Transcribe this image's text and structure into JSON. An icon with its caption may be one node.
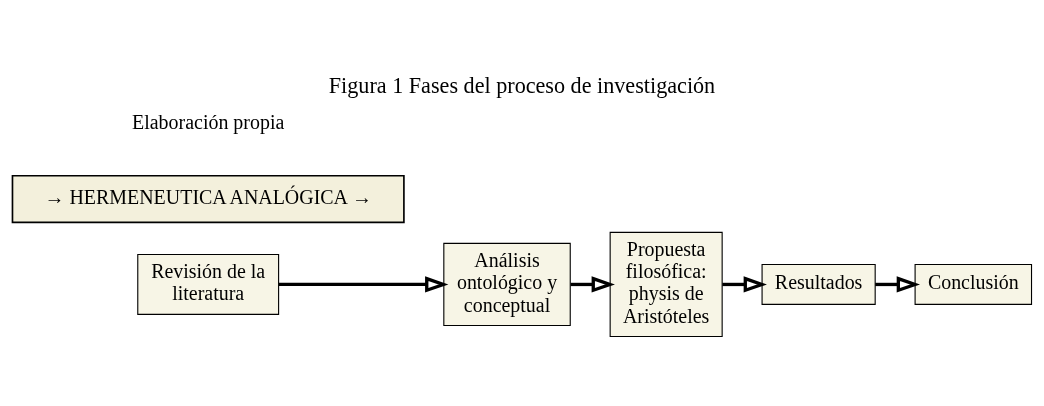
{
  "diagram": {
    "title": "Figura 1 Fases del proceso de investigación",
    "caption": "Elaboración propia",
    "nodes": [
      {
        "text": [
          "Revisión de la literatura"
        ]
      },
      {
        "text": [
          "Análisis ontológico y conceptual"
        ]
      },
      {
        "text": [
          "Propuesta filosófica: physis de Aristóteles"
        ]
      },
      {
        "text": [
          "Resultados"
        ]
      },
      {
        "text": [
          "Conclusión"
        ]
      },
      {
        "text": [
          "→ HERMENEUTICA ANALÓGICA →"
        ]
      }
    ],
    "edges": [
      {
        "from": 0,
        "to": 1,
        "arrow": "to"
      },
      {
        "from": 1,
        "to": 2,
        "arrow": "to"
      },
      {
        "from": 2,
        "to": 3,
        "arrow": "to"
      },
      {
        "from": 3,
        "to": 4,
        "arrow": "to"
      }
    ]
  }
}
